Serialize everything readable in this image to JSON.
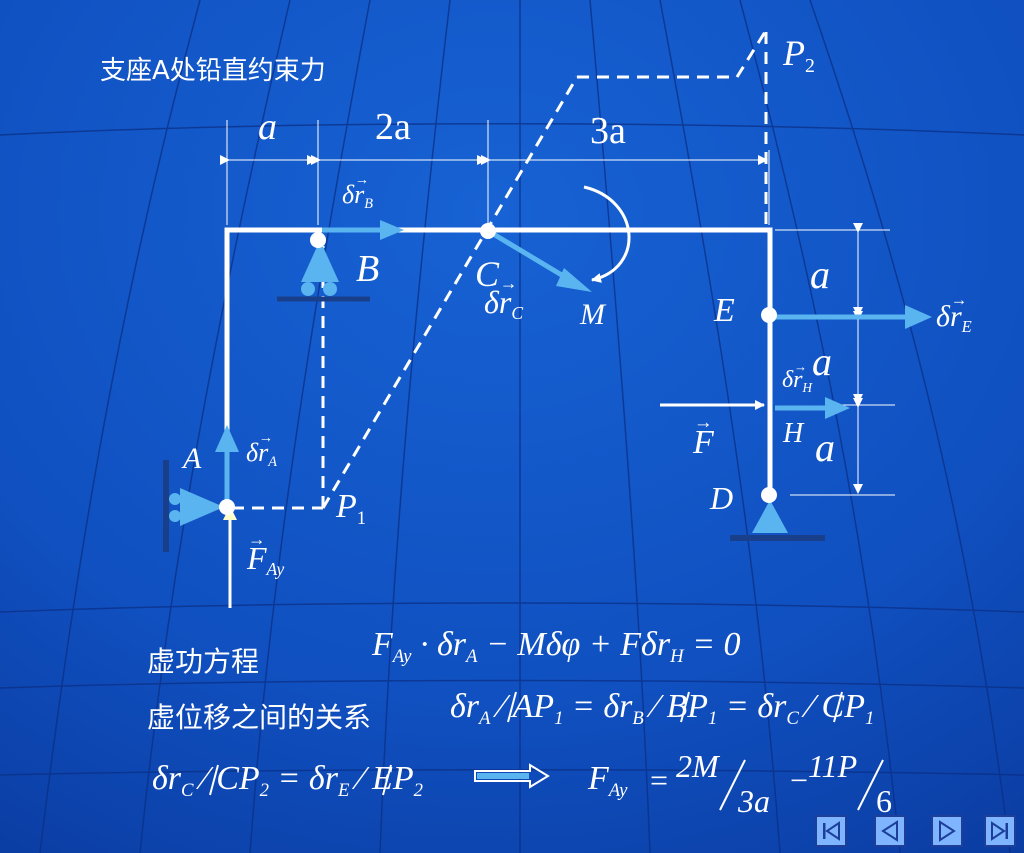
{
  "title": "支座A处铅直约束力",
  "dims": {
    "d1": "a",
    "d2": "2a",
    "d3": "3a",
    "v1": "a",
    "v2": "a",
    "v3": "a"
  },
  "points": {
    "A": "A",
    "B": "B",
    "C": "C",
    "D": "D",
    "E": "E",
    "H": "H",
    "M": "M",
    "P1": "P",
    "P1_sub": "1",
    "P2": "P",
    "P2_sub": "2"
  },
  "forces": {
    "F": "F",
    "FAy": "F",
    "FAy_sub": "Ay"
  },
  "vectors": {
    "rB": {
      "prefix": "δ",
      "main": "r",
      "sub": "B"
    },
    "rC": {
      "prefix": "δ",
      "main": "r",
      "sub": "C"
    },
    "rA": {
      "prefix": "δ",
      "main": "r",
      "sub": "A"
    },
    "rE": {
      "prefix": "δ",
      "main": "r",
      "sub": "E"
    },
    "rH": {
      "prefix": "δ",
      "main": "r",
      "sub": "H"
    }
  },
  "labels": {
    "virtual_work": "虚功方程",
    "relation": "虚位移之间的关系"
  },
  "equations": {
    "eq1": [
      "F",
      "Ay",
      " · δr",
      "A",
      " − Mδφ + Fδr",
      "H",
      " = 0"
    ],
    "eq2": [
      "δr",
      "A",
      " ⁄ AP",
      "1",
      " = δr",
      "B",
      " ⁄ BP",
      "1",
      " = δr",
      "C",
      " ⁄ CP",
      "1"
    ],
    "eq3": [
      "δr",
      "C",
      " ⁄ CP",
      "2",
      " = δr",
      "E",
      " ⁄ EP",
      "2"
    ],
    "eq4": {
      "lhs": "F",
      "lhs_sub": "Ay",
      "eq": "=",
      "n1": "2M",
      "d1": "3a",
      "minus": "−",
      "n2": "11P",
      "d2": "6"
    }
  },
  "nav": {
    "first": "first-slide",
    "prev": "previous-slide",
    "next": "next-slide",
    "last": "last-slide"
  },
  "colors": {
    "bg_dark": "#0a3a9e",
    "bg_mid": "#1458c9",
    "frame": "#ffffff",
    "arrow": "#5ab4ef",
    "grid": "#0b2f86",
    "nav": "#7fb5ff"
  }
}
